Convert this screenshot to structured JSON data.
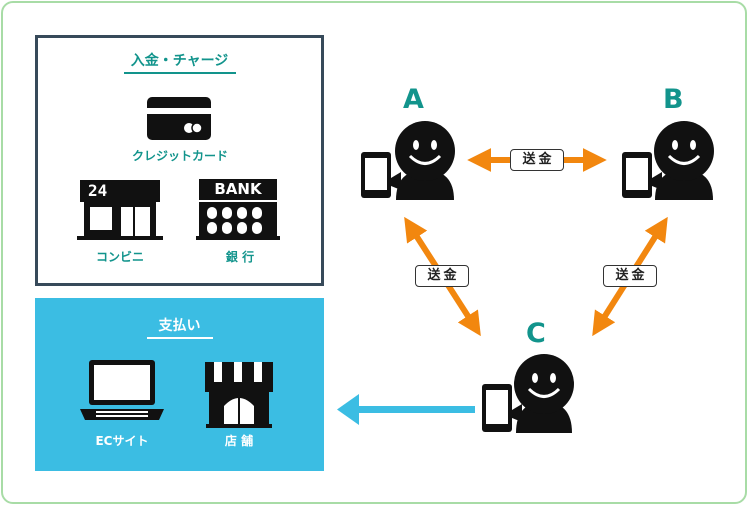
{
  "charge": {
    "title": "入金・チャージ",
    "credit_card_label": "クレジットカード",
    "convenience_label": "コンビニ",
    "convenience_sign": "24",
    "bank_label": "銀 行",
    "bank_sign": "BANK"
  },
  "payment": {
    "title": "支払い",
    "ec_label": "ECサイト",
    "store_label": "店 舗"
  },
  "people": {
    "a": "A",
    "b": "B",
    "c": "C"
  },
  "transfers": {
    "ab": "送金",
    "ac": "送金",
    "bc": "送金"
  },
  "colors": {
    "teal": "#12948c",
    "orange": "#f2870f",
    "light_blue": "#3bbde3",
    "panel_border": "#374a5a",
    "frame_green": "#a8dca6"
  }
}
